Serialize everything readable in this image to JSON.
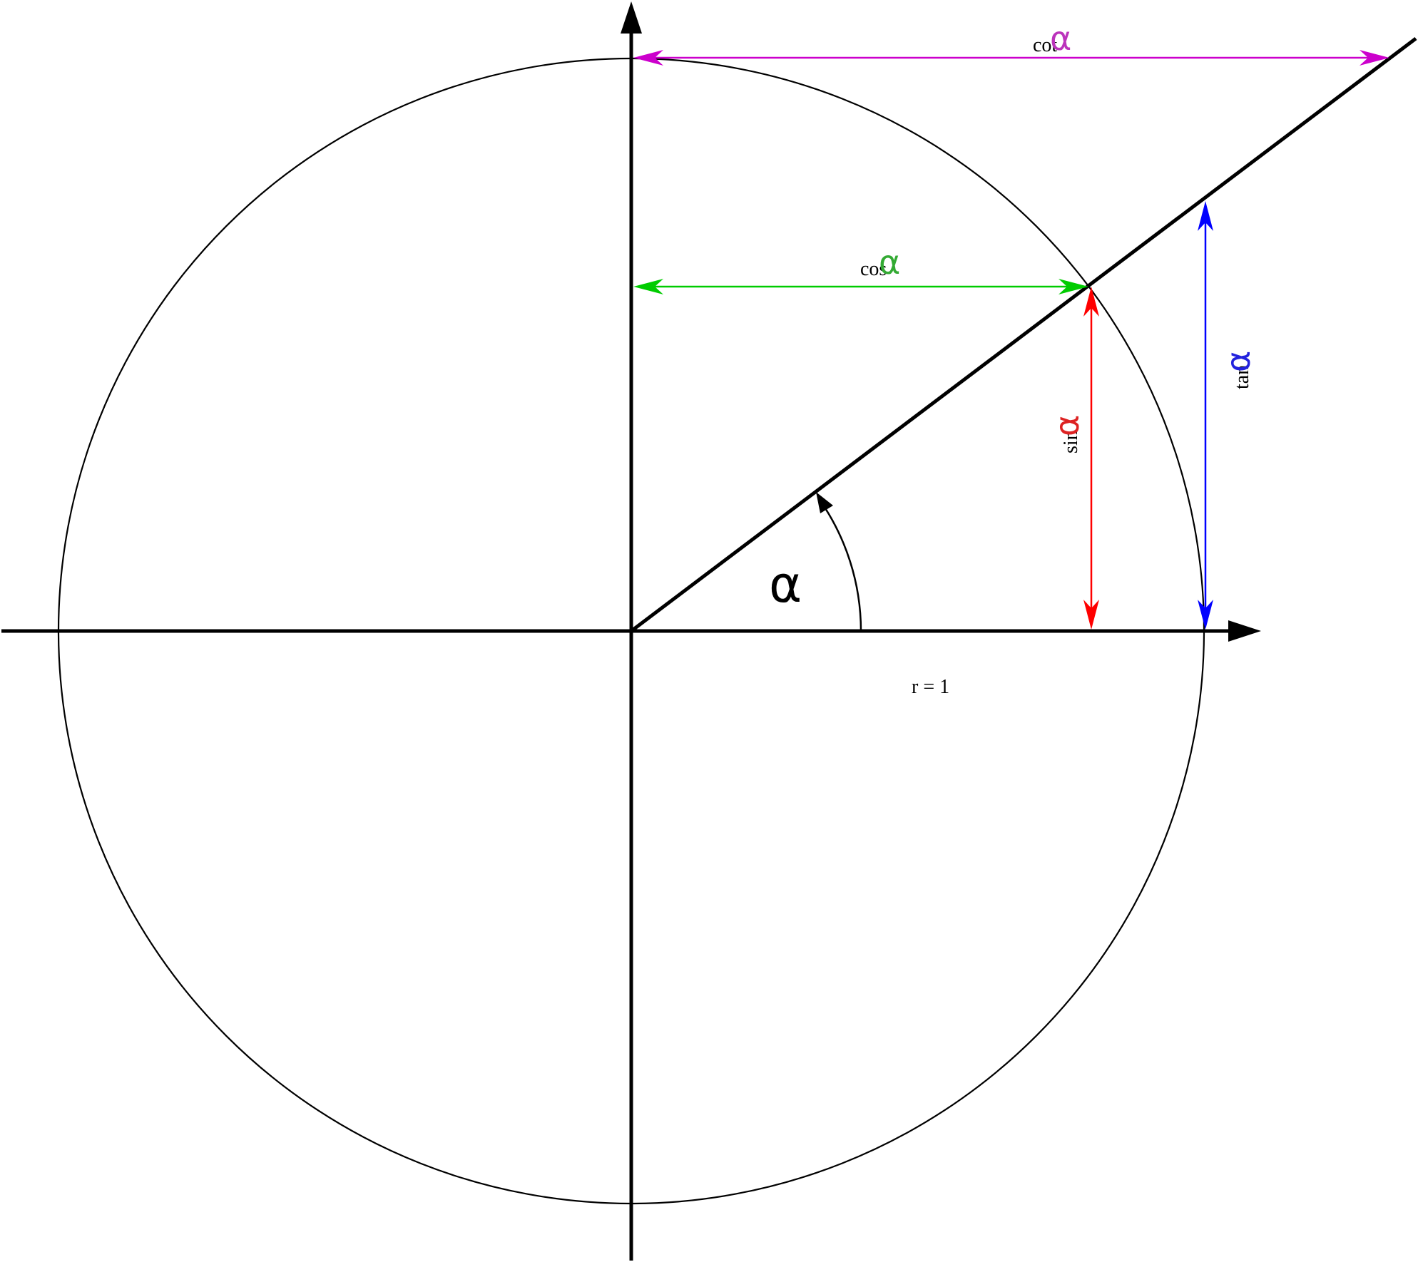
{
  "labels": {
    "cot": "cot",
    "cos": "cos",
    "sin": "sin",
    "tan": "tan",
    "alpha": "α",
    "radius": "r = 1"
  },
  "colors": {
    "cot": "#cc00cc",
    "cos": "#00cc00",
    "sin": "#ff0000",
    "tan": "#0000ff",
    "axis": "#000000",
    "alpha_cot": "#bb33bb",
    "alpha_cos": "#33aa33",
    "alpha_sin": "#dd2222",
    "alpha_tan": "#2222dd"
  }
}
